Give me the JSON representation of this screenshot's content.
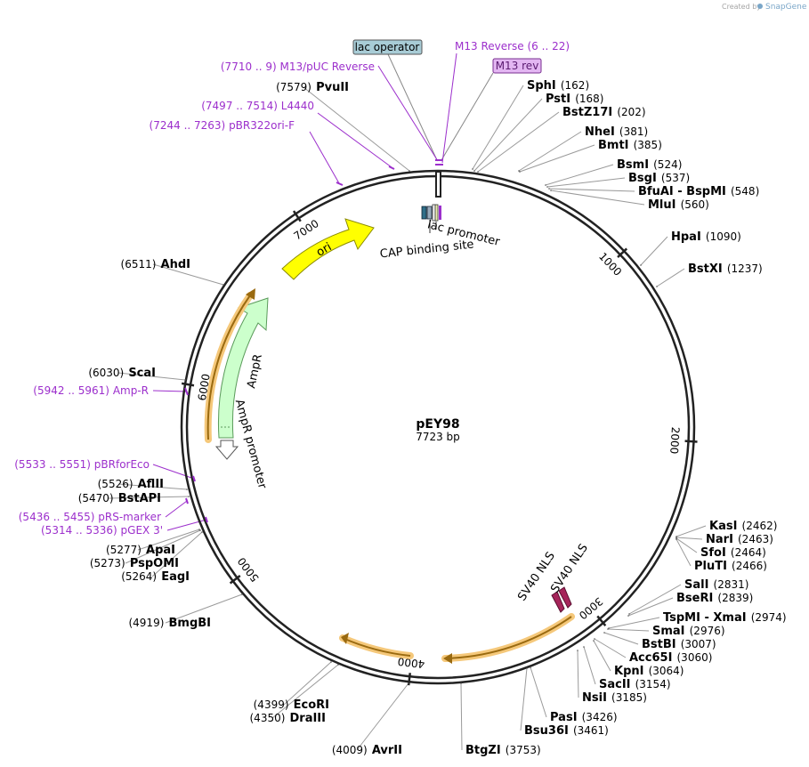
{
  "credit": {
    "text": "Created by",
    "brand": "SnapGene"
  },
  "plasmid": {
    "name": "pEY98",
    "size_label": "7723 bp",
    "length": 7723
  },
  "colors": {
    "enzyme": "#000000",
    "primer": "#9c2fcc",
    "backbone": "#222222",
    "ori": "#ffff00",
    "ampr": "#ccffcc",
    "cds_halo": "#f5c87a",
    "cds": "#b07d1a",
    "lac_operator": "#a8ccd6",
    "m13_rev": "#e3b6f2",
    "nls": "#a6245a"
  },
  "ticks": [
    {
      "label": "1000",
      "bp": 1000
    },
    {
      "label": "2000",
      "bp": 2000
    },
    {
      "label": "3000",
      "bp": 3000
    },
    {
      "label": "4000",
      "bp": 4000
    },
    {
      "label": "5000",
      "bp": 5000
    },
    {
      "label": "6000",
      "bp": 6000
    },
    {
      "label": "7000",
      "bp": 7000
    }
  ],
  "enzymes": [
    {
      "name": "SphI",
      "pos": "(162)"
    },
    {
      "name": "PstI",
      "pos": "(168)"
    },
    {
      "name": "BstZ17I",
      "pos": "(202)"
    },
    {
      "name": "NheI",
      "pos": "(381)"
    },
    {
      "name": "BmtI",
      "pos": "(385)"
    },
    {
      "name": "BsmI",
      "pos": "(524)"
    },
    {
      "name": "BsgI",
      "pos": "(537)"
    },
    {
      "name": "BfuAI - BspMI",
      "pos": "(548)"
    },
    {
      "name": "MluI",
      "pos": "(560)"
    },
    {
      "name": "HpaI",
      "pos": "(1090)"
    },
    {
      "name": "BstXI",
      "pos": "(1237)"
    },
    {
      "name": "KasI",
      "pos": "(2462)"
    },
    {
      "name": "NarI",
      "pos": "(2463)"
    },
    {
      "name": "SfoI",
      "pos": "(2464)"
    },
    {
      "name": "PluTI",
      "pos": "(2466)"
    },
    {
      "name": "SalI",
      "pos": "(2831)"
    },
    {
      "name": "BseRI",
      "pos": "(2839)"
    },
    {
      "name": "TspMI - XmaI",
      "pos": "(2974)"
    },
    {
      "name": "SmaI",
      "pos": "(2976)"
    },
    {
      "name": "BstBI",
      "pos": "(3007)"
    },
    {
      "name": "Acc65I",
      "pos": "(3060)"
    },
    {
      "name": "KpnI",
      "pos": "(3064)"
    },
    {
      "name": "SacII",
      "pos": "(3154)"
    },
    {
      "name": "NsiI",
      "pos": "(3185)"
    },
    {
      "name": "PasI",
      "pos": "(3426)"
    },
    {
      "name": "Bsu36I",
      "pos": "(3461)"
    },
    {
      "name": "BtgZI",
      "pos": "(3753)"
    },
    {
      "name": "AvrII",
      "pos": "(4009)"
    },
    {
      "name": "DraIII",
      "pos": "(4350)"
    },
    {
      "name": "EcoRI",
      "pos": "(4399)"
    },
    {
      "name": "BmgBI",
      "pos": "(4919)"
    },
    {
      "name": "EagI",
      "pos": "(5264)"
    },
    {
      "name": "PspOMI",
      "pos": "(5273)"
    },
    {
      "name": "ApaI",
      "pos": "(5277)"
    },
    {
      "name": "BstAPI",
      "pos": "(5470)"
    },
    {
      "name": "AflII",
      "pos": "(5526)"
    },
    {
      "name": "ScaI",
      "pos": "(6030)"
    },
    {
      "name": "AhdI",
      "pos": "(6511)"
    },
    {
      "name": "PvuII",
      "pos": "(7579)"
    }
  ],
  "primers": [
    {
      "range": "(6 .. 22)",
      "name": "M13 Reverse"
    },
    {
      "range": "(7710 .. 9)",
      "name": "M13/pUC Reverse"
    },
    {
      "range": "(7497 .. 7514)",
      "name": "L4440"
    },
    {
      "range": "(7244 .. 7263)",
      "name": "pBR322ori-F"
    },
    {
      "range": "(5942 .. 5961)",
      "name": "Amp-R"
    },
    {
      "range": "(5533 .. 5551)",
      "name": "pBRforEco"
    },
    {
      "range": "(5436 .. 5455)",
      "name": "pRS-marker"
    },
    {
      "range": "(5314 .. 5336)",
      "name": "pGEX 3'"
    }
  ],
  "boxed_labels": {
    "lac_operator": "lac operator",
    "m13_rev": "M13 rev"
  },
  "features": {
    "ori": "ori",
    "ampr": "AmpR",
    "ampr_promoter": "AmpR promoter",
    "lac_promoter": "lac promoter",
    "cap_site": "CAP binding site",
    "sv40_nls_1": "SV40 NLS",
    "sv40_nls_2": "SV40 NLS"
  }
}
